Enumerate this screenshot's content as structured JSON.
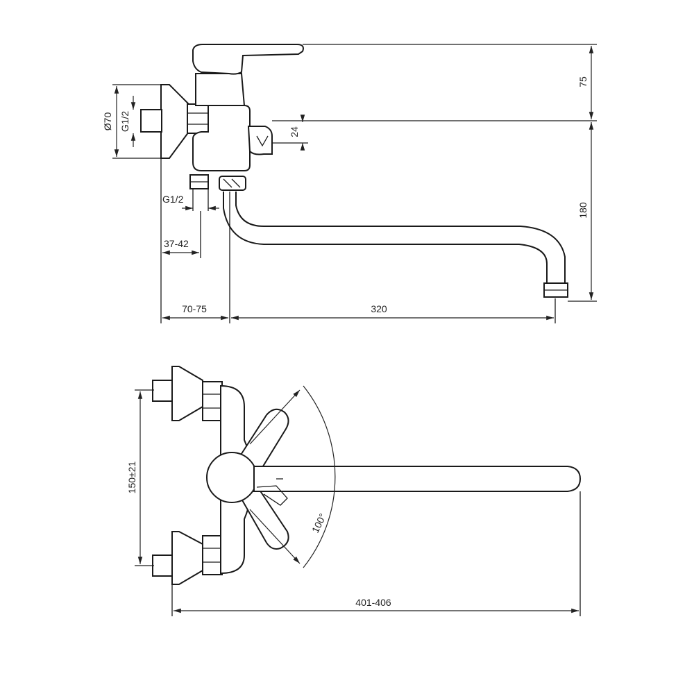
{
  "dimensions": {
    "d70": "Ø70",
    "g12_top": "G1/2",
    "g12_bottom": "G1/2",
    "d37_42": "37-42",
    "d70_75": "70-75",
    "d320": "320",
    "d75": "75",
    "d24": "24",
    "d180": "180",
    "d150": "150±21",
    "d100deg": "100°",
    "d401_406": "401-406"
  },
  "colors": {
    "line": "#1a1a1a",
    "background": "#ffffff"
  }
}
